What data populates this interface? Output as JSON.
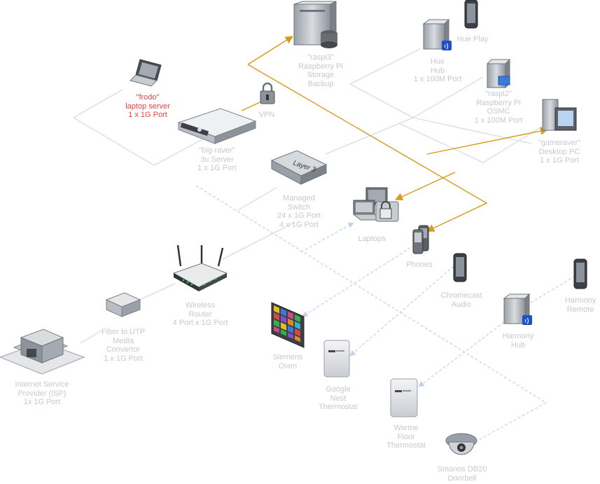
{
  "colors": {
    "wire": "#d4dde6",
    "dashed": "#bfd3ea",
    "vpn_link": "#d69a1c",
    "label": "#c5c9ce",
    "highlight": "#e64545"
  },
  "nodes": {
    "raspi3": {
      "lines": [
        "\"raspi3\"",
        "Raspberry Pi",
        "Storage",
        "Backup"
      ],
      "icon": "server-storage-icon"
    },
    "frodo": {
      "lines": [
        "\"frodo\"",
        "laptop server",
        "1 x 1G Port"
      ],
      "icon": "laptop-icon"
    },
    "vpn": {
      "lines": [
        "VPN"
      ],
      "icon": "lock-icon"
    },
    "bigraver": {
      "lines": [
        "\"big-raver\"",
        "3u Server",
        "1 x 1G Port"
      ],
      "icon": "rack-server-icon"
    },
    "switch": {
      "lines": [
        "Managed",
        "Switch",
        "24 x 1G Port",
        "4 x 1G Port"
      ],
      "icon": "layer3-switch-icon",
      "badge": "Layer 3"
    },
    "laptops": {
      "lines": [
        "Laptops"
      ],
      "icon": "laptops-icon"
    },
    "phones": {
      "lines": [
        "Phones"
      ],
      "icon": "phones-icon"
    },
    "hue_hub": {
      "lines": [
        "Hue",
        "Hub",
        "1 x 100M Port"
      ],
      "icon": "hub-icon"
    },
    "hue_play": {
      "lines": [
        "Hue Play"
      ],
      "icon": "smartphone-icon"
    },
    "raspi2": {
      "lines": [
        "\"raspi2\"",
        "Raspberry Pi",
        "OSMC",
        "1 x 100M Port"
      ],
      "icon": "pc-icon"
    },
    "gameraver": {
      "lines": [
        "\"gameraver\"",
        "Desktop PC",
        "1 x 1G Port"
      ],
      "icon": "desktop-pc-icon"
    },
    "router": {
      "lines": [
        "Wireless",
        "Router",
        "4 Port x 1G Port"
      ],
      "icon": "wireless-router-icon"
    },
    "fiber": {
      "lines": [
        "Fiber to UTP",
        "Media",
        "Convertor",
        "1 x 1G Port"
      ],
      "icon": "media-converter-icon"
    },
    "isp": {
      "lines": [
        "Internet Service",
        "Provider (ISP)",
        "1x 1G Port"
      ],
      "icon": "isp-building-icon"
    },
    "chromecast": {
      "lines": [
        "Chromecast",
        "Audio"
      ],
      "icon": "smartphone-icon"
    },
    "harmony_remote": {
      "lines": [
        "Harmony",
        "Remote"
      ],
      "icon": "smartphone-icon"
    },
    "harmony_hub": {
      "lines": [
        "Harmony",
        "Hub"
      ],
      "icon": "hub-icon"
    },
    "oven": {
      "lines": [
        "Siemens",
        "Oven"
      ],
      "icon": "display-icon"
    },
    "nest": {
      "lines": [
        "Google",
        "Nest",
        "Thermostat"
      ],
      "icon": "thermostat-icon"
    },
    "warme": {
      "lines": [
        "Warme",
        "Floor",
        "Thermostat"
      ],
      "icon": "thermostat-icon"
    },
    "doorbell": {
      "lines": [
        "Smanos DB20",
        "Doorbell"
      ],
      "icon": "camera-dome-icon"
    }
  }
}
